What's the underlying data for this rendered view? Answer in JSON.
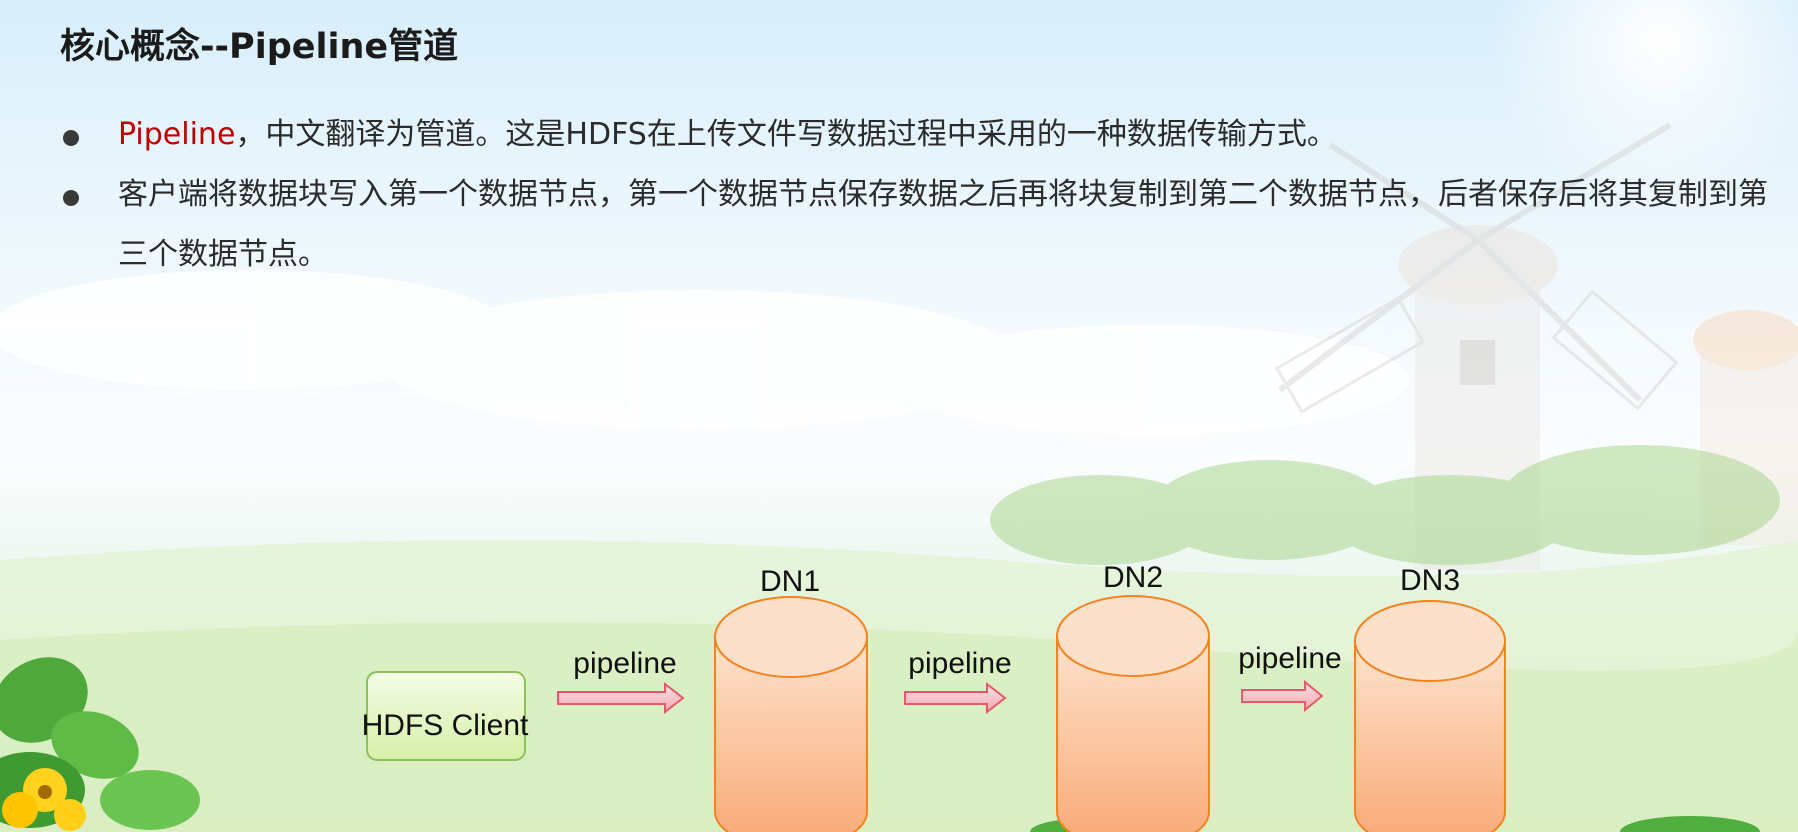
{
  "title": "核心概念--Pipeline管道",
  "bullets": [
    {
      "highlight": "Pipeline",
      "text": "，中文翻译为管道。这是HDFS在上传文件写数据过程中采用的一种数据传输方式。"
    },
    {
      "highlight": "",
      "text": "客户端将数据块写入第一个数据节点，第一个数据节点保存数据之后再将块复制到第二个数据节点，后者保存后将其复制到第三个数据节点。"
    }
  ],
  "diagram": {
    "client_label": "HDFS Client",
    "nodes": [
      "DN1",
      "DN2",
      "DN3"
    ],
    "arrow_labels": [
      "pipeline",
      "pipeline",
      "pipeline"
    ]
  },
  "colors": {
    "highlight": "#c00000",
    "cylinder_fill_top": "#fde3cf",
    "cylinder_fill_bottom": "#f9a873",
    "cylinder_stroke": "#f58220",
    "client_fill": "#eaf8cc",
    "client_stroke": "#8fc15a",
    "arrow_fill": "#f6c3c8",
    "arrow_stroke": "#e35a6b"
  }
}
